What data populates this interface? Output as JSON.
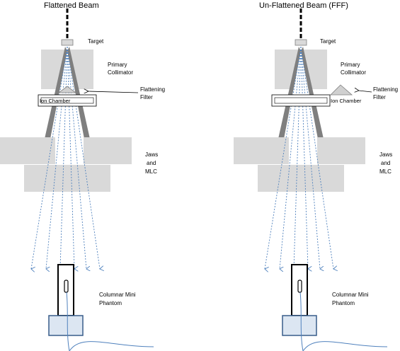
{
  "panels": [
    {
      "title": "Flattened Beam",
      "labels": {
        "target": "Target",
        "primary_collimator_1": "Primary",
        "primary_collimator_2": "Collimator",
        "flattening_filter_1": "Flattening",
        "flattening_filter_2": "Filter",
        "ion_chamber": "Ion Chamber",
        "jaws_1": "Jaws",
        "jaws_2": "and",
        "jaws_3": "MLC",
        "phantom_1": "Columnar Mini",
        "phantom_2": "Phantom"
      }
    },
    {
      "title": "Un-Flattened Beam (FFF)",
      "labels": {
        "target": "Target",
        "primary_collimator_1": "Primary",
        "primary_collimator_2": "Collimator",
        "flattening_filter_1": "Flattening",
        "flattening_filter_2": "Filter",
        "ion_chamber": "Ion Chamber",
        "jaws_1": "Jaws",
        "jaws_2": "and",
        "jaws_3": "MLC",
        "phantom_1": "Columnar Mini",
        "phantom_2": "Phantom"
      }
    }
  ],
  "colors": {
    "collimator": "#d9d9d9",
    "collimator_edge": "#bfbfbf",
    "primary_wall": "#7f7f7f",
    "beam_ray": "#4f81bd",
    "filter": "#d0d0d0",
    "phantom_base": "#dce6f2",
    "phantom_base_edge": "#385d8a",
    "cable": "#4f81bd"
  }
}
